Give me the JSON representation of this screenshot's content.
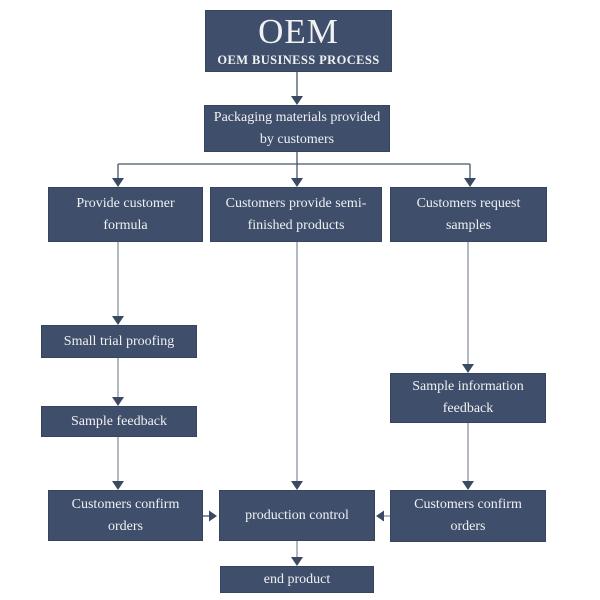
{
  "title": {
    "heading": "OEM",
    "subheading": "OEM BUSINESS PROCESS"
  },
  "boxes": {
    "packaging": "Packaging materials provided by customers",
    "formula": "Provide customer formula",
    "semi_finished": "Customers provide semi-finished products",
    "request_samples": "Customers request samples",
    "small_trial": "Small trial proofing",
    "sample_feedback": "Sample feedback",
    "confirm_orders_left": "Customers confirm orders",
    "production_control": "production control",
    "sample_information": "Sample information feedback",
    "confirm_orders_right": "Customers confirm orders",
    "end_product": "end product"
  },
  "colors": {
    "box_fill": "#3f4e6a",
    "box_border": "#36455e",
    "box_text": "#f0f1f3",
    "connector_dark": "#44546a",
    "connector_gray": "#8a93a2",
    "arrowhead": "#3a4a63",
    "background": "#ffffff"
  }
}
